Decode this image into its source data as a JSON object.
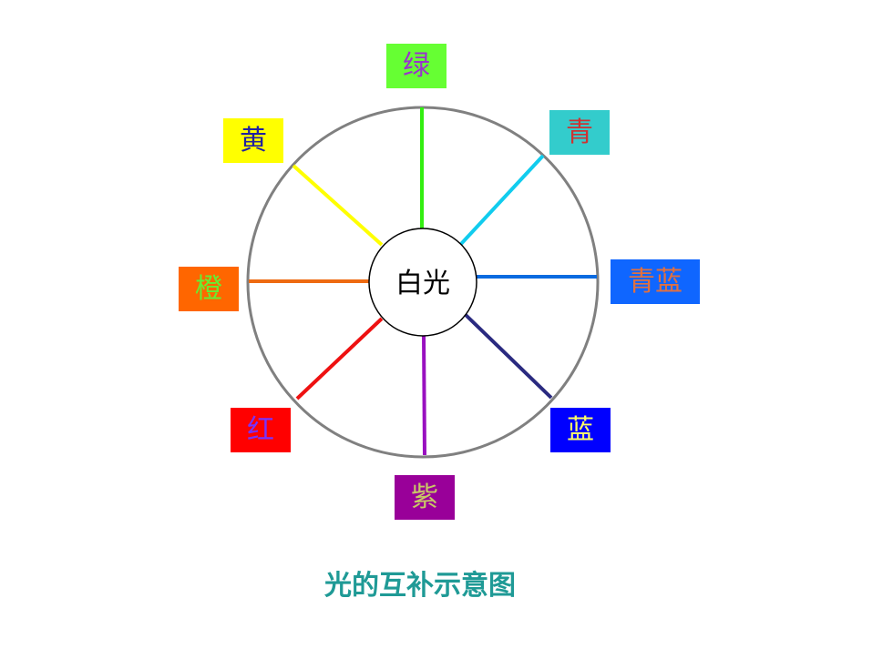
{
  "center_label": "白光",
  "caption": "光的互补示意图",
  "caption_color": "#1f9a96",
  "wheel_stroke_color": "#808080",
  "colors": [
    {
      "key": "green",
      "label": "绿",
      "box_color": "#66ff33",
      "text_color": "#9933cc",
      "line_color": "#33ee11"
    },
    {
      "key": "cyan",
      "label": "青",
      "box_color": "#33cccc",
      "text_color": "#cc3333",
      "line_color": "#11ccee"
    },
    {
      "key": "cyan-blue",
      "label": "青蓝",
      "box_color": "#0f66ff",
      "text_color": "#e07040",
      "line_color": "#0a6be0"
    },
    {
      "key": "blue",
      "label": "蓝",
      "box_color": "#0000ff",
      "text_color": "#ffff66",
      "line_color": "#2a2a80"
    },
    {
      "key": "purple",
      "label": "紫",
      "box_color": "#990099",
      "text_color": "#c8c866",
      "line_color": "#9910c0"
    },
    {
      "key": "red",
      "label": "红",
      "box_color": "#ff0000",
      "text_color": "#7733ff",
      "line_color": "#ee1111"
    },
    {
      "key": "orange",
      "label": "橙",
      "box_color": "#ff6600",
      "text_color": "#66ee33",
      "line_color": "#ee6a11"
    },
    {
      "key": "yellow",
      "label": "黄",
      "box_color": "#ffff00",
      "text_color": "#2020a0",
      "line_color": "#ffff00"
    }
  ]
}
